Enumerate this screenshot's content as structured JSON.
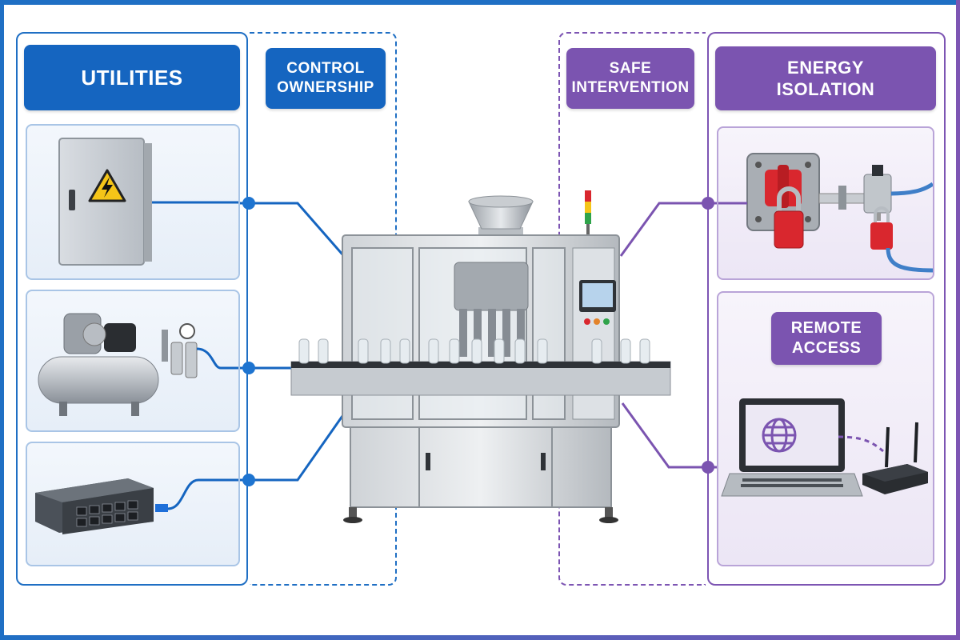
{
  "labels": {
    "utilities": "UTILITIES",
    "control_ownership": "CONTROL\nOWNERSHIP",
    "safe_intervention": "SAFE\nINTERVENTION",
    "energy_isolation": "ENERGY\nISOLATION",
    "remote_access": "REMOTE\nACCESS"
  },
  "colors": {
    "blue": "#1565c0",
    "purple": "#7b54b0",
    "warning_yellow": "#f5c518",
    "lock_red": "#d9272e"
  },
  "icons": [
    "electrical-panel-icon",
    "high-voltage-warning-icon",
    "air-compressor-icon",
    "network-switch-icon",
    "lockout-disconnect-icon",
    "padlock-icon",
    "laptop-icon",
    "globe-icon",
    "router-icon",
    "bottle-filling-machine-icon",
    "stack-light-icon"
  ]
}
